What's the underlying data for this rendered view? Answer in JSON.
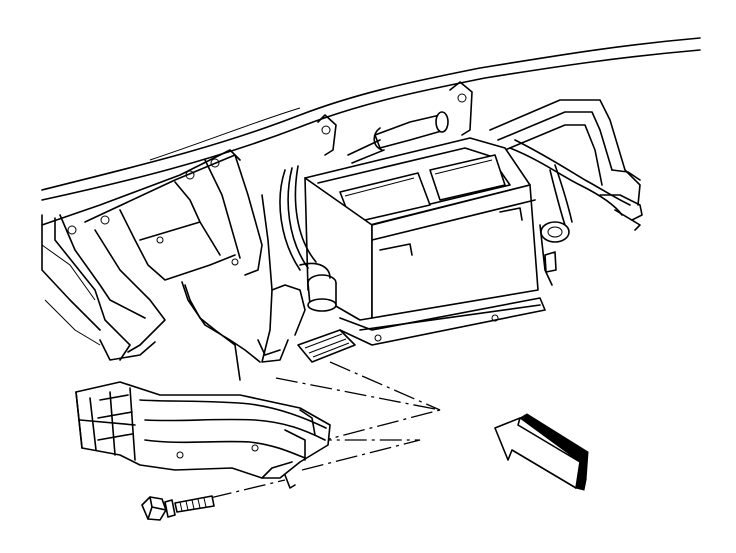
{
  "diagram": {
    "style": "black line-art technical illustration",
    "colors": {
      "ink": "#000000",
      "background": "#ffffff"
    },
    "parts": [
      {
        "name": "instrument-panel-carrier"
      },
      {
        "name": "hvac-module"
      },
      {
        "name": "floor-air-outlet-duct"
      },
      {
        "name": "retaining-bolt"
      },
      {
        "name": "direction-arrow"
      }
    ]
  }
}
